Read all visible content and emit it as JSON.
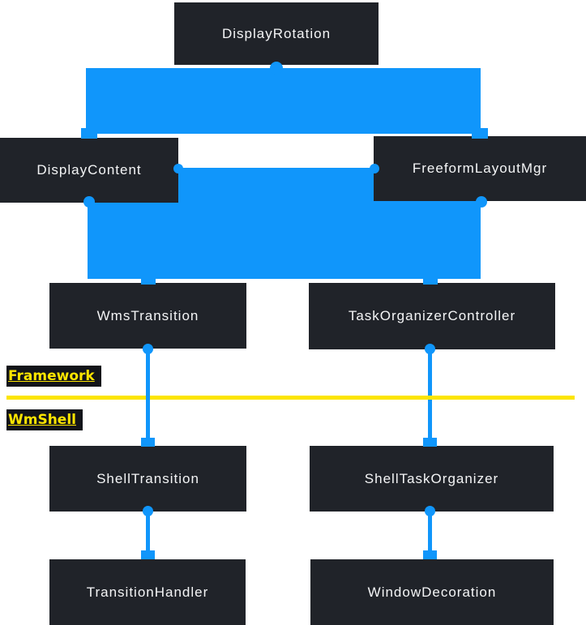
{
  "diagram": {
    "nodes": [
      {
        "id": "display-rotation",
        "label": "DisplayRotation"
      },
      {
        "id": "display-content",
        "label": "DisplayContent"
      },
      {
        "id": "freeform-layout-mgr",
        "label": "FreeformLayoutMgr"
      },
      {
        "id": "wms-transition",
        "label": "WmsTransition"
      },
      {
        "id": "task-organizer-controller",
        "label": "TaskOrganizerController"
      },
      {
        "id": "shell-transition",
        "label": "ShellTransition"
      },
      {
        "id": "shell-task-organizer",
        "label": "ShellTaskOrganizer"
      },
      {
        "id": "transition-handler",
        "label": "TransitionHandler"
      },
      {
        "id": "window-decoration",
        "label": "WindowDecoration"
      }
    ],
    "sections": {
      "above_divider_label": "Framework",
      "below_divider_label": "WmShell"
    },
    "edges": [
      {
        "from": "DisplayRotation",
        "to": "DisplayContent",
        "style": "thick-blue"
      },
      {
        "from": "DisplayRotation",
        "to": "FreeformLayoutMgr",
        "style": "thick-blue"
      },
      {
        "from": "DisplayContent",
        "to": "WmsTransition",
        "style": "thick-blue"
      },
      {
        "from": "FreeformLayoutMgr",
        "to": "TaskOrganizerController",
        "style": "thick-blue"
      },
      {
        "from": "WmsTransition",
        "to": "ShellTransition",
        "style": "line"
      },
      {
        "from": "TaskOrganizerController",
        "to": "ShellTaskOrganizer",
        "style": "line"
      },
      {
        "from": "ShellTransition",
        "to": "TransitionHandler",
        "style": "line"
      },
      {
        "from": "ShellTaskOrganizer",
        "to": "WindowDecoration",
        "style": "line"
      }
    ],
    "colors": {
      "connector_blue": "#1096fb",
      "divider_yellow": "#fce500",
      "node_background": "#202329",
      "node_text": "#f4f5f6",
      "section_label_background": "#121419",
      "section_label_text": "#fde500",
      "page_background": "#ffffff"
    }
  }
}
